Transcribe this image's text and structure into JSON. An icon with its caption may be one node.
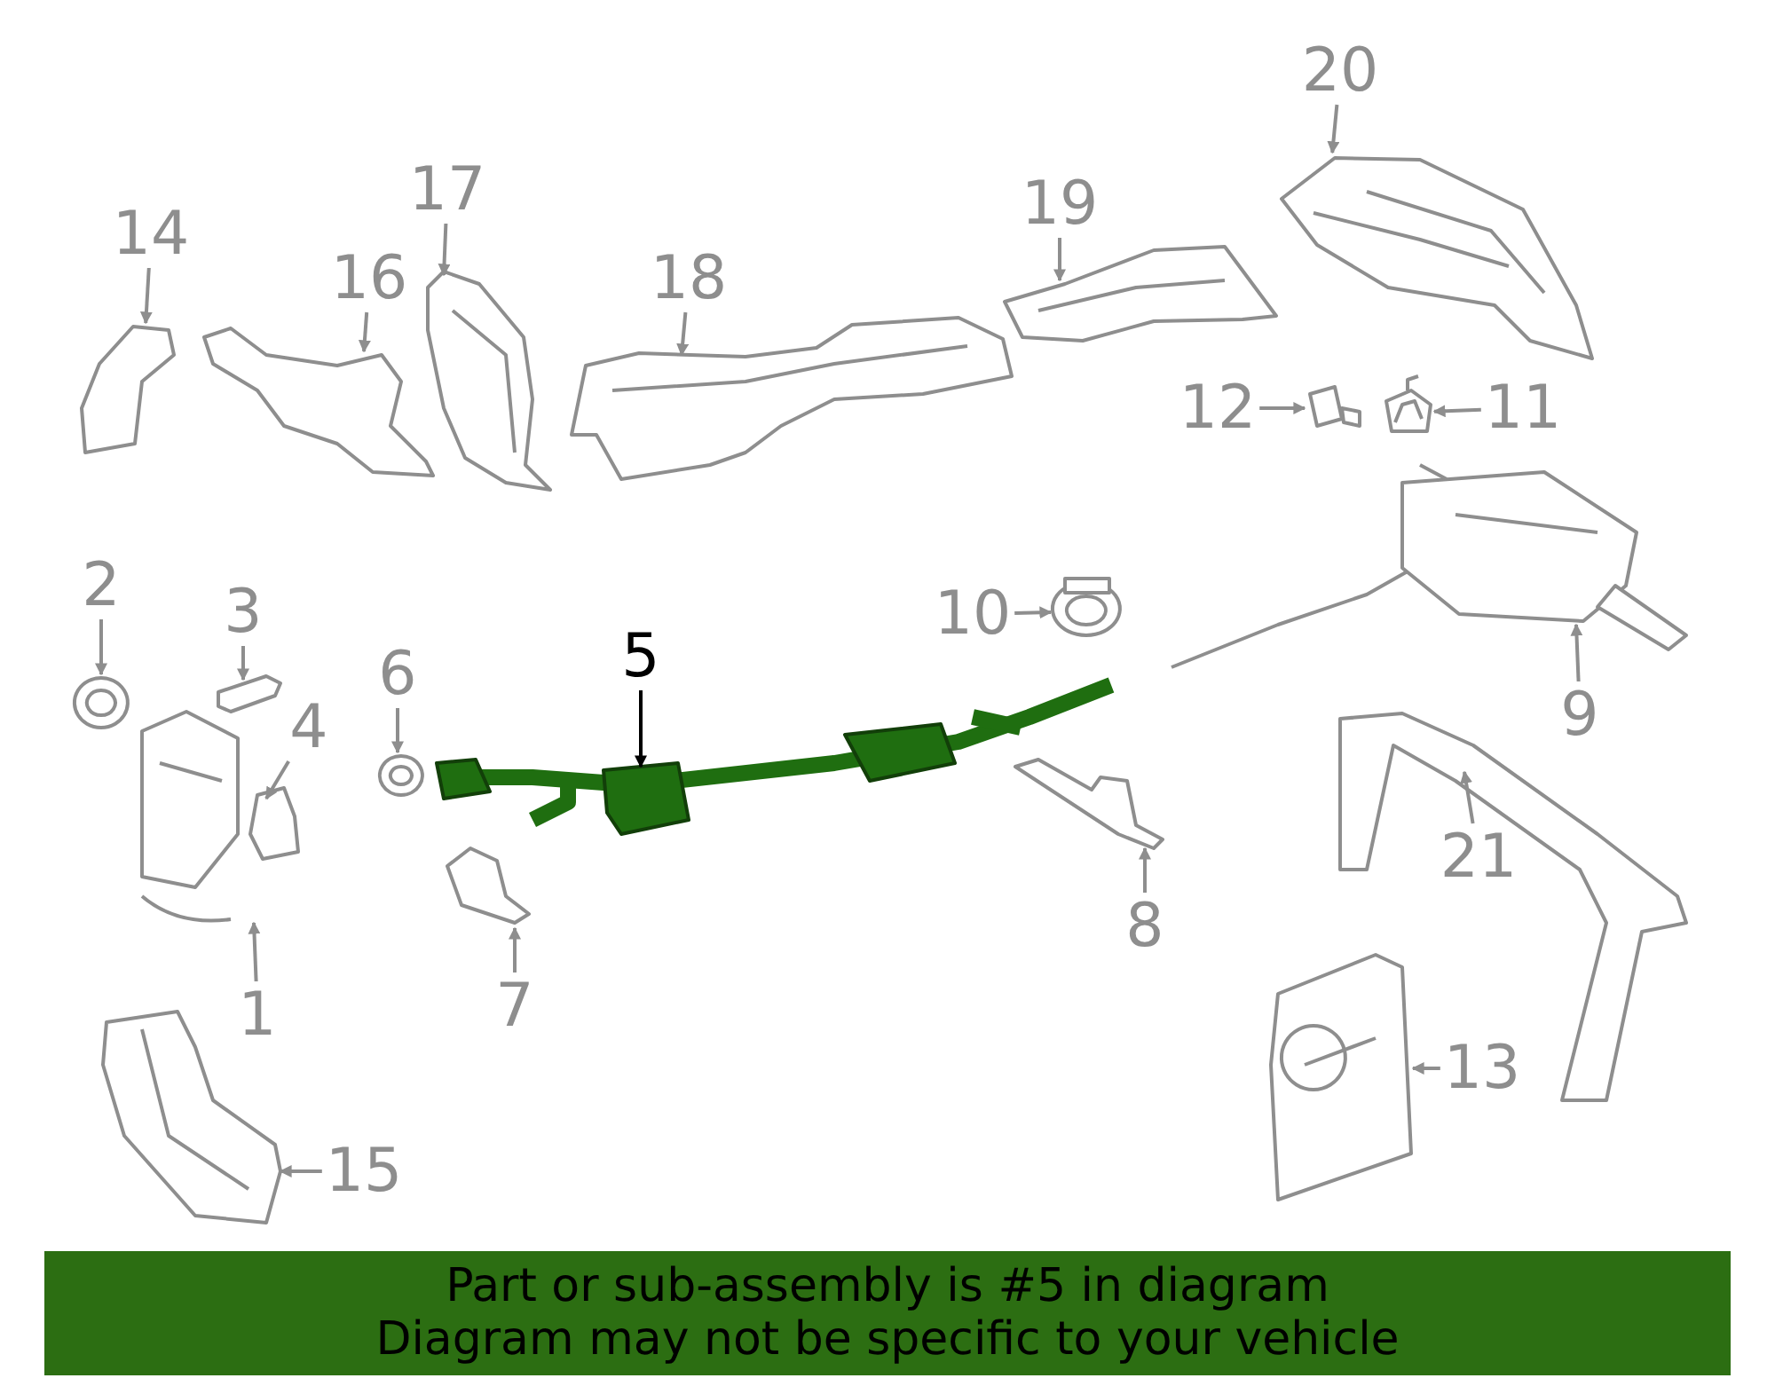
{
  "diagram": {
    "nodes": [
      {
        "text": [
          "20"
        ]
      },
      {
        "text": [],
        "shape": "picture"
      },
      {
        "text": [
          "14"
        ]
      },
      {
        "text": [],
        "shape": "picture"
      },
      {
        "text": [
          "17"
        ]
      },
      {
        "text": [],
        "shape": "picture"
      },
      {
        "text": [
          "16"
        ]
      },
      {
        "text": [],
        "shape": "picture"
      },
      {
        "text": [
          "18"
        ]
      },
      {
        "text": [],
        "shape": "picture"
      },
      {
        "text": [
          "19"
        ]
      },
      {
        "text": [],
        "shape": "picture"
      },
      {
        "text": [
          "12"
        ]
      },
      {
        "text": [],
        "shape": "picture"
      },
      {
        "text": [
          "11"
        ]
      },
      {
        "text": [],
        "shape": "picture"
      },
      {
        "text": [
          "2"
        ]
      },
      {
        "text": [],
        "shape": "picture"
      },
      {
        "text": [
          "3"
        ]
      },
      {
        "text": [],
        "shape": "picture"
      },
      {
        "text": [
          "10"
        ]
      },
      {
        "text": [],
        "shape": "picture"
      },
      {
        "text": [
          "4"
        ]
      },
      {
        "text": [],
        "shape": "picture"
      },
      {
        "text": [
          "6"
        ]
      },
      {
        "text": [],
        "shape": "picture"
      },
      {
        "text": [
          "5"
        ]
      },
      {
        "text": [],
        "shape": "picture"
      },
      {
        "text": [
          "9"
        ]
      },
      {
        "text": [],
        "shape": "picture"
      },
      {
        "text": [
          "1"
        ]
      },
      {
        "text": [],
        "shape": "picture"
      },
      {
        "text": [
          "8"
        ]
      },
      {
        "text": [],
        "shape": "picture"
      },
      {
        "text": [
          "21"
        ]
      },
      {
        "text": [],
        "shape": "picture"
      },
      {
        "text": [
          "7"
        ]
      },
      {
        "text": [],
        "shape": "picture"
      },
      {
        "text": [
          "13"
        ]
      },
      {
        "text": [],
        "shape": "picture"
      },
      {
        "text": [
          "15"
        ]
      },
      {
        "text": [],
        "shape": "picture"
      }
    ],
    "edges": [
      {
        "from": 0,
        "to": 1,
        "arrow": "to"
      },
      {
        "from": 2,
        "to": 3,
        "arrow": "to"
      },
      {
        "from": 4,
        "to": 5,
        "arrow": "to"
      },
      {
        "from": 6,
        "to": 7,
        "arrow": "to"
      },
      {
        "from": 8,
        "to": 9,
        "arrow": "to"
      },
      {
        "from": 10,
        "to": 11,
        "arrow": "to"
      },
      {
        "from": 12,
        "to": 13,
        "arrow": "to"
      },
      {
        "from": 14,
        "to": 15,
        "arrow": "to"
      },
      {
        "from": 16,
        "to": 17,
        "arrow": "to"
      },
      {
        "from": 18,
        "to": 19,
        "arrow": "to"
      },
      {
        "from": 20,
        "to": 21,
        "arrow": "to"
      },
      {
        "from": 22,
        "to": 23,
        "arrow": "to"
      },
      {
        "from": 24,
        "to": 25,
        "arrow": "to"
      },
      {
        "from": 26,
        "to": 27,
        "arrow": "to",
        "color": "#000000"
      },
      {
        "from": 28,
        "to": 29,
        "arrow": "to"
      },
      {
        "from": 30,
        "to": 31,
        "arrow": "to"
      },
      {
        "from": 32,
        "to": 33,
        "arrow": "to"
      },
      {
        "from": 34,
        "to": 35,
        "arrow": "to"
      },
      {
        "from": 36,
        "to": 37,
        "arrow": "to"
      },
      {
        "from": 38,
        "to": 39,
        "arrow": "to"
      },
      {
        "from": 40,
        "to": 41,
        "arrow": "to"
      }
    ],
    "labels": [
      "Part or sub-assembly is #5 in diagram",
      "Diagram may not be specific to your vehicle"
    ]
  }
}
